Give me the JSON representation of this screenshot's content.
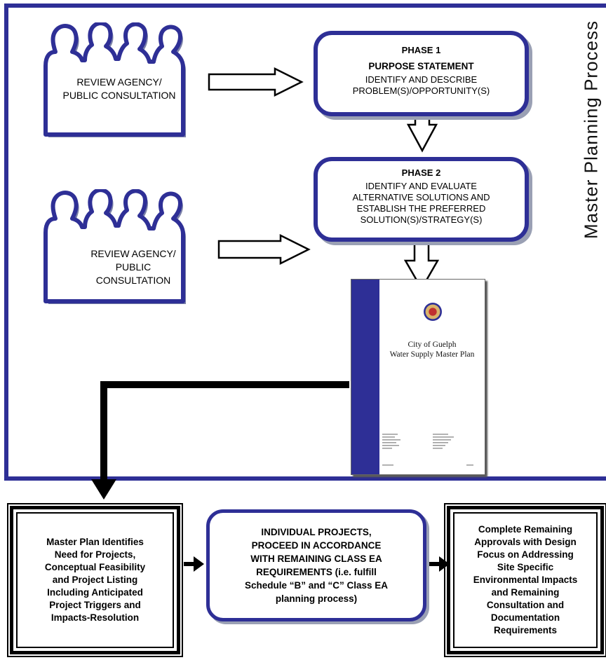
{
  "side_title": "Master Planning Process",
  "consultation_1": {
    "line1": "REVIEW AGENCY/",
    "line2": "PUBLIC CONSULTATION"
  },
  "consultation_2": {
    "line1": "REVIEW AGENCY/",
    "line2": "PUBLIC",
    "line3": "CONSULTATION"
  },
  "phase1": {
    "title": "PHASE 1",
    "subtitle": "PURPOSE STATEMENT",
    "line1": "IDENTIFY AND DESCRIBE",
    "line2": "PROBLEM(S)/OPPORTUNITY(S)"
  },
  "phase2": {
    "title": "PHASE 2",
    "line1": "IDENTIFY AND EVALUATE",
    "line2": "ALTERNATIVE SOLUTIONS AND",
    "line3": "ESTABLISH THE PREFERRED",
    "line4": "SOLUTION(S)/STRATEGY(S)"
  },
  "document": {
    "line1": "City of Guelph",
    "line2": "Water Supply Master Plan"
  },
  "box_left": {
    "lines": [
      "Master Plan Identifies",
      "Need for Projects,",
      "Conceptual Feasibility",
      "and Project Listing",
      "Including Anticipated",
      "Project Triggers and",
      "Impacts-Resolution"
    ]
  },
  "box_middle": {
    "lines": [
      "INDIVIDUAL PROJECTS,",
      "PROCEED IN ACCORDANCE",
      "WITH REMAINING CLASS EA",
      "REQUIREMENTS (i.e. fulfill",
      "Schedule “B” and “C” Class EA",
      "planning process)"
    ]
  },
  "box_right": {
    "lines": [
      "Complete Remaining",
      "Approvals with Design",
      "Focus on Addressing",
      "Site Specific",
      "Environmental Impacts",
      "and Remaining",
      "Consultation and",
      "Documentation",
      "Requirements"
    ]
  },
  "colors": {
    "frame": "#2e2f96",
    "doc_stripe": "#2e2f96",
    "text": "#000000"
  }
}
